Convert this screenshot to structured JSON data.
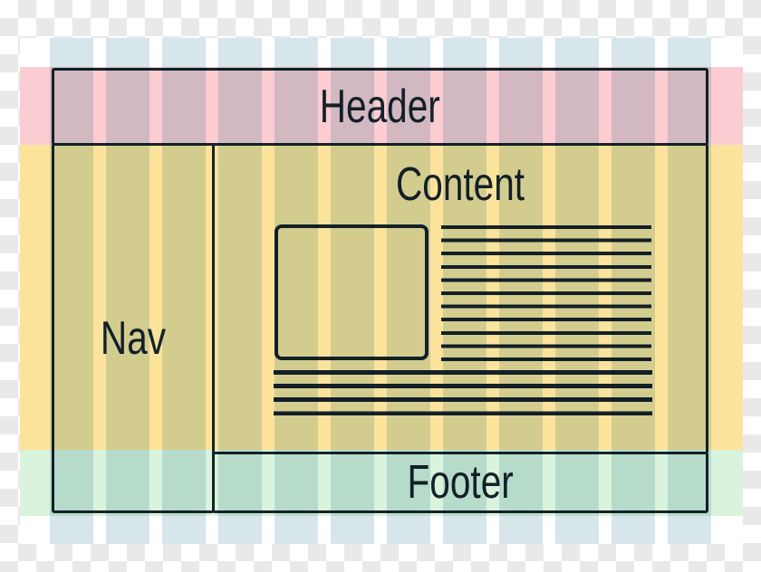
{
  "diagram": {
    "type": "css-grid-page-layout-diagram",
    "areas": {
      "header": {
        "label": "Header"
      },
      "nav": {
        "label": "Nav"
      },
      "content": {
        "label": "Content"
      },
      "footer": {
        "label": "Footer"
      }
    },
    "grid": {
      "column_count": 12,
      "row_bands": [
        "header",
        "content",
        "footer"
      ]
    },
    "content_placeholders": {
      "image_blocks": 1,
      "text_lines_beside_image": 11,
      "text_lines_below_image": 4
    }
  },
  "colors": {
    "header_band": "#fbccd1",
    "content_band": "#fce39c",
    "footer_band": "#d9f3dc",
    "column_stripe": "#d6e6ea",
    "outline": "#15222a",
    "canvas_bg": "#ffffff",
    "checker_gray": "#e9e9e9"
  }
}
